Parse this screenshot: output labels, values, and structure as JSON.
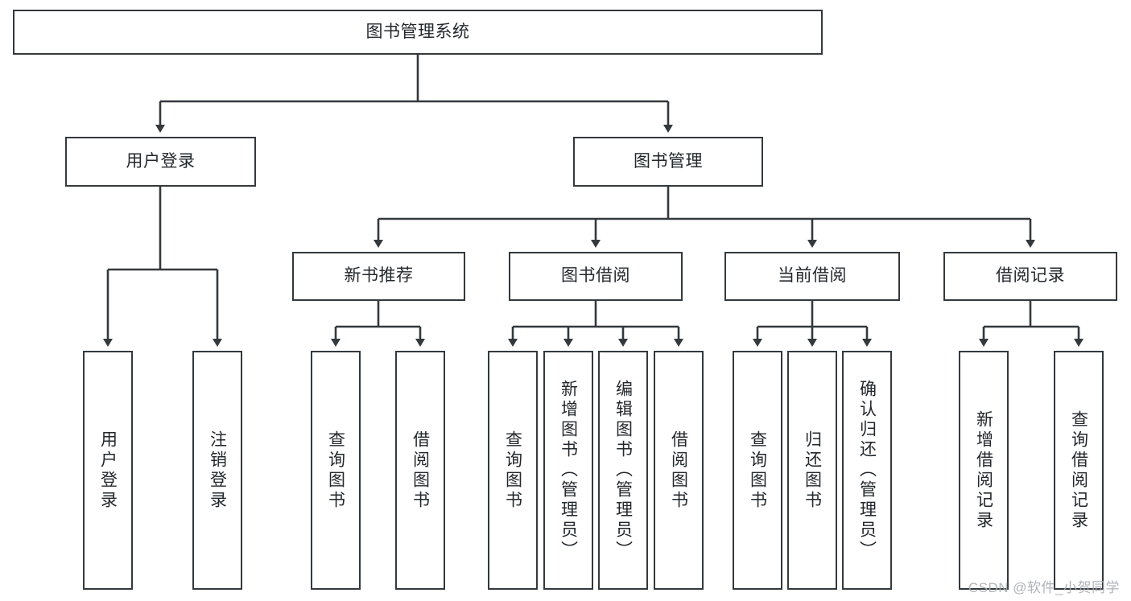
{
  "diagram": {
    "type": "tree-hierarchy-chart",
    "title": "图书管理系统",
    "stroke_color": "#33393d",
    "text_color": "#23282c",
    "background_color": "#ffffff",
    "levels": [
      {
        "level": 1,
        "nodes": [
          {
            "id": "root",
            "label": "图书管理系统",
            "orientation": "horizontal"
          }
        ]
      },
      {
        "level": 2,
        "nodes": [
          {
            "id": "l2a",
            "label": "用户登录",
            "orientation": "horizontal",
            "parent": "root"
          },
          {
            "id": "l2b",
            "label": "图书管理",
            "orientation": "horizontal",
            "parent": "root"
          }
        ]
      },
      {
        "level": 3,
        "nodes": [
          {
            "id": "l3a",
            "label": "新书推荐",
            "orientation": "horizontal",
            "parent": "l2b"
          },
          {
            "id": "l3b",
            "label": "图书借阅",
            "orientation": "horizontal",
            "parent": "l2b"
          },
          {
            "id": "l3c",
            "label": "当前借阅",
            "orientation": "horizontal",
            "parent": "l2b"
          },
          {
            "id": "l3d",
            "label": "借阅记录",
            "orientation": "horizontal",
            "parent": "l2b"
          }
        ]
      },
      {
        "level": 4,
        "nodes": [
          {
            "id": "leaf1",
            "label": "用户登录",
            "orientation": "vertical",
            "parent": "l2a"
          },
          {
            "id": "leaf2",
            "label": "注销登录",
            "orientation": "vertical",
            "parent": "l2a"
          },
          {
            "id": "leaf3",
            "label": "查询图书",
            "orientation": "vertical",
            "parent": "l3a"
          },
          {
            "id": "leaf4",
            "label": "借阅图书",
            "orientation": "vertical",
            "parent": "l3a"
          },
          {
            "id": "leaf5",
            "label": "查询图书",
            "orientation": "vertical",
            "parent": "l3b"
          },
          {
            "id": "leaf6",
            "label": "新增图书（管理员）",
            "orientation": "vertical",
            "parent": "l3b"
          },
          {
            "id": "leaf7",
            "label": "编辑图书（管理员）",
            "orientation": "vertical",
            "parent": "l3b"
          },
          {
            "id": "leaf8",
            "label": "借阅图书",
            "orientation": "vertical",
            "parent": "l3b"
          },
          {
            "id": "leaf9",
            "label": "查询图书",
            "orientation": "vertical",
            "parent": "l3c"
          },
          {
            "id": "leaf10",
            "label": "归还图书",
            "orientation": "vertical",
            "parent": "l3c"
          },
          {
            "id": "leaf11",
            "label": "确认归还（管理员）",
            "orientation": "vertical",
            "parent": "l3c"
          },
          {
            "id": "leaf12",
            "label": "新增借阅记录",
            "orientation": "vertical",
            "parent": "l3d"
          },
          {
            "id": "leaf13",
            "label": "查询借阅记录",
            "orientation": "vertical",
            "parent": "l3d"
          }
        ]
      }
    ]
  },
  "watermark": {
    "text": "CSDN @软件_小贺同学"
  }
}
